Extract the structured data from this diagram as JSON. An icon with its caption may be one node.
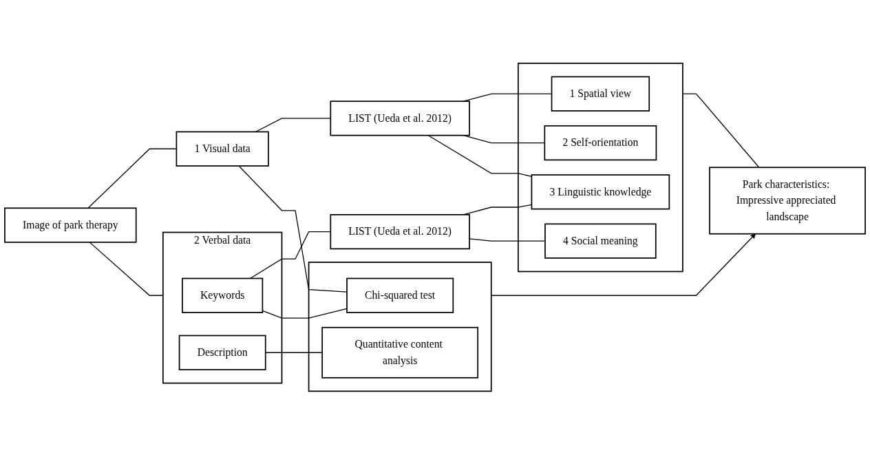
{
  "diagram": {
    "nodes": [
      {
        "text": [
          "Image of park therapy"
        ]
      },
      {
        "text": [
          "1 Visual data"
        ]
      },
      {
        "text": [
          "2 Verbal data"
        ]
      },
      {
        "text": [
          "Keywords"
        ],
        "in": 2
      },
      {
        "text": [
          "Description"
        ],
        "in": 2
      },
      {
        "text": [
          "LIST (Ueda et al. 2012)"
        ]
      },
      {
        "text": [
          "LIST (Ueda et al. 2012)"
        ]
      },
      {
        "text": [],
        "shape": "box"
      },
      {
        "text": [
          "Chi-squared test"
        ],
        "in": 7
      },
      {
        "text": [
          "Quantitative content analysis"
        ],
        "in": 7
      },
      {
        "text": [],
        "shape": "box"
      },
      {
        "text": [
          "1 Spatial view"
        ],
        "in": 10
      },
      {
        "text": [
          "2 Self-orientation"
        ],
        "in": 10
      },
      {
        "text": [
          "3 Linguistic knowledge"
        ],
        "in": 10
      },
      {
        "text": [
          "4 Social meaning"
        ],
        "in": 10
      },
      {
        "text": [
          "Park characteristics: Impressive appreciated landscape"
        ]
      }
    ],
    "edges": [
      {
        "from": 0,
        "to": 1,
        "arrow": "none"
      },
      {
        "from": 0,
        "to": 2,
        "arrow": "none"
      },
      {
        "from": 1,
        "to": 5,
        "arrow": "none"
      },
      {
        "from": 1,
        "to": 8,
        "arrow": "none"
      },
      {
        "from": 3,
        "to": 6,
        "arrow": "none"
      },
      {
        "from": 3,
        "to": 8,
        "arrow": "none"
      },
      {
        "from": 4,
        "to": 9,
        "arrow": "none"
      },
      {
        "from": 5,
        "to": 11,
        "arrow": "none"
      },
      {
        "from": 5,
        "to": 12,
        "arrow": "none"
      },
      {
        "from": 5,
        "to": 13,
        "arrow": "none"
      },
      {
        "from": 6,
        "to": 13,
        "arrow": "none"
      },
      {
        "from": 6,
        "to": 14,
        "arrow": "none"
      },
      {
        "from": 7,
        "to": 15,
        "arrow": "to"
      },
      {
        "from": 10,
        "to": 15,
        "arrow": "none"
      }
    ]
  }
}
